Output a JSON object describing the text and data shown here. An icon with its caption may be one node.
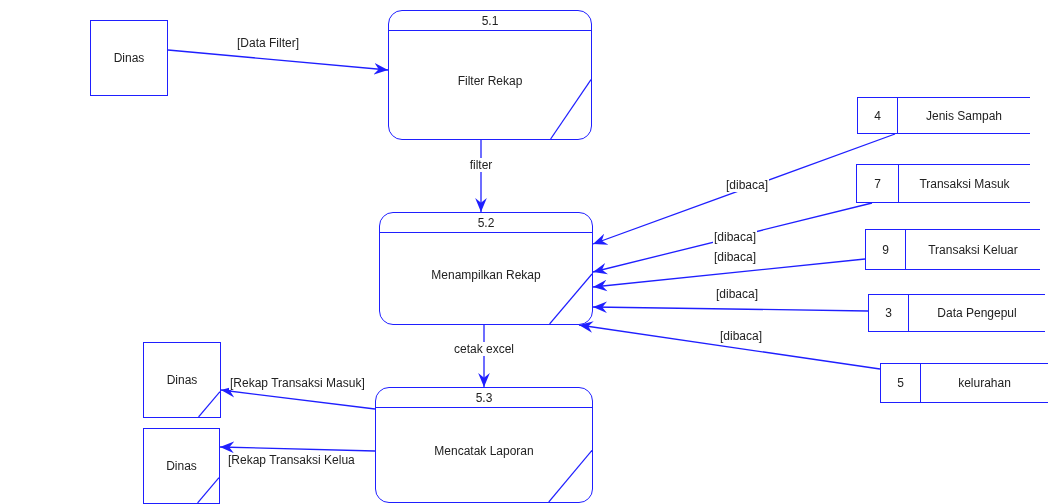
{
  "diagram": {
    "nodes": [
      {
        "text": [
          "Dinas"
        ]
      },
      {
        "text": [
          "5.1",
          "Filter Rekap"
        ]
      },
      {
        "text": [
          "5.2",
          "Menampilkan Rekap"
        ]
      },
      {
        "text": [
          "5.3",
          "Mencatak Laporan"
        ]
      },
      {
        "text": [
          "4",
          "Jenis Sampah"
        ]
      },
      {
        "text": [
          "7",
          "Transaksi Masuk"
        ]
      },
      {
        "text": [
          "9",
          "Transaksi Keluar"
        ]
      },
      {
        "text": [
          "3",
          "Data Pengepul"
        ]
      },
      {
        "text": [
          "5",
          "kelurahan"
        ]
      },
      {
        "text": [
          "Dinas"
        ]
      },
      {
        "text": [
          "Dinas"
        ]
      }
    ],
    "edges": [
      {
        "from": 0,
        "to": 1,
        "arrow": "to",
        "label": "[Data Filter]"
      },
      {
        "from": 1,
        "to": 2,
        "arrow": "to",
        "label": "filter"
      },
      {
        "from": 4,
        "to": 2,
        "arrow": "to",
        "label": "[dibaca]"
      },
      {
        "from": 5,
        "to": 2,
        "arrow": "to",
        "label": "[dibaca]"
      },
      {
        "from": 6,
        "to": 2,
        "arrow": "to",
        "label": "[dibaca]"
      },
      {
        "from": 7,
        "to": 2,
        "arrow": "to",
        "label": "[dibaca]"
      },
      {
        "from": 8,
        "to": 2,
        "arrow": "to",
        "label": "[dibaca]"
      },
      {
        "from": 2,
        "to": 3,
        "arrow": "to",
        "label": "cetak excel"
      },
      {
        "from": 3,
        "to": 9,
        "arrow": "to",
        "label": "[Rekap Transaksi Masuk]"
      },
      {
        "from": 3,
        "to": 10,
        "arrow": "to",
        "label": "[Rekap Transaksi Kelua"
      }
    ]
  }
}
